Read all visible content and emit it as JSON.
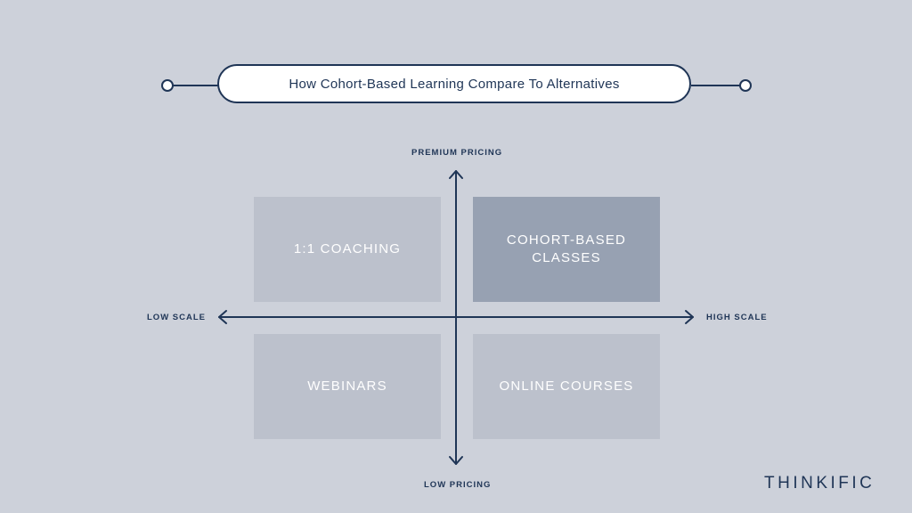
{
  "title": "How Cohort-Based Learning Compare To Alternatives",
  "axes": {
    "top": "PREMIUM PRICING",
    "bottom": "LOW PRICING",
    "left": "LOW SCALE",
    "right": "HIGH SCALE"
  },
  "quadrants": {
    "top_left": "1:1 COACHING",
    "top_right": "COHORT-BASED\nCLASSES",
    "bottom_left": "WEBINARS",
    "bottom_right": "ONLINE COURSES"
  },
  "brand": "THINKIFIC",
  "colors": {
    "background": "#cdd1da",
    "navy": "#1f3556",
    "quadrant": "#bcc1cc",
    "highlight_quadrant": "#97a1b2"
  }
}
